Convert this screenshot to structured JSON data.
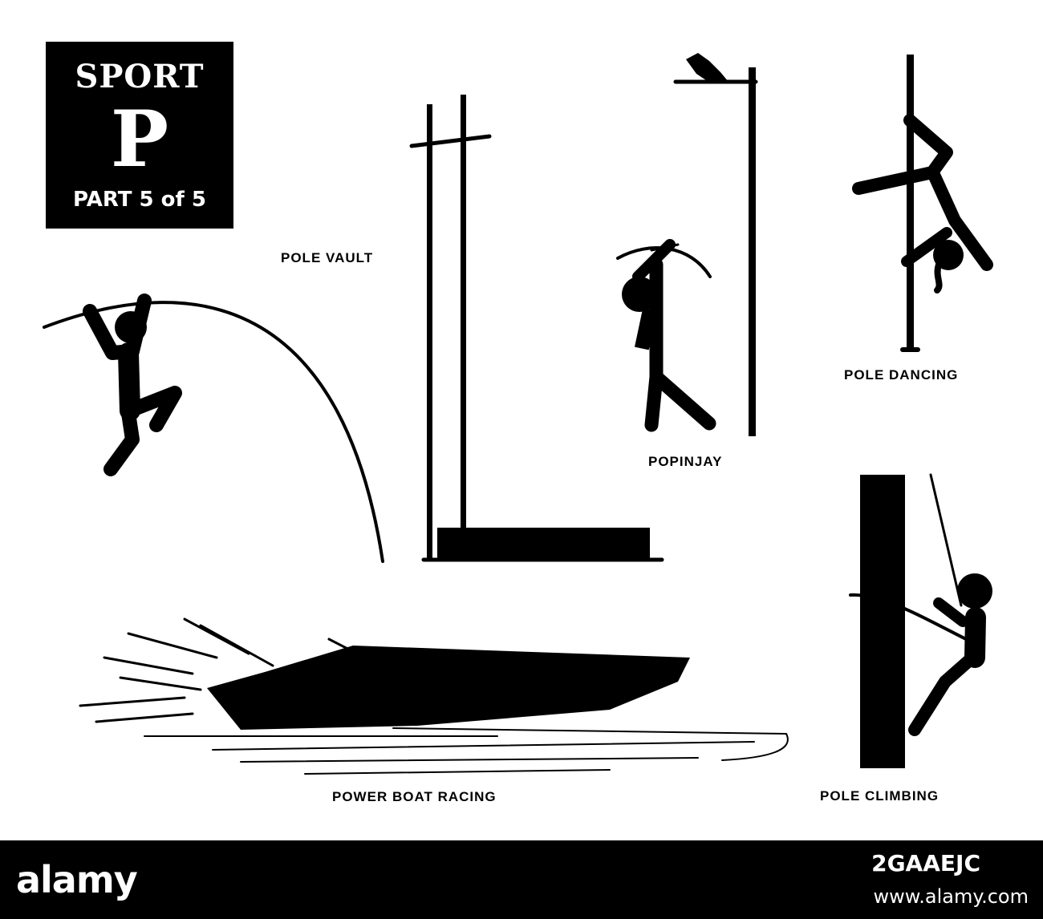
{
  "title": {
    "line1": "SPORT",
    "letter": "P",
    "part": "PART 5 of 5"
  },
  "labels": {
    "pole_vault": "POLE VAULT",
    "popinjay": "POPINJAY",
    "pole_dancing": "POLE DANCING",
    "pole_climbing": "POLE CLIMBING",
    "power_boat_racing": "POWER BOAT RACING"
  },
  "watermark": {
    "brand": "alamy",
    "image_id": "2GAAEJC",
    "url": "www.alamy.com"
  },
  "icons": [
    "pole-vault-icon",
    "popinjay-icon",
    "pole-dancing-icon",
    "pole-climbing-icon",
    "power-boat-icon"
  ]
}
